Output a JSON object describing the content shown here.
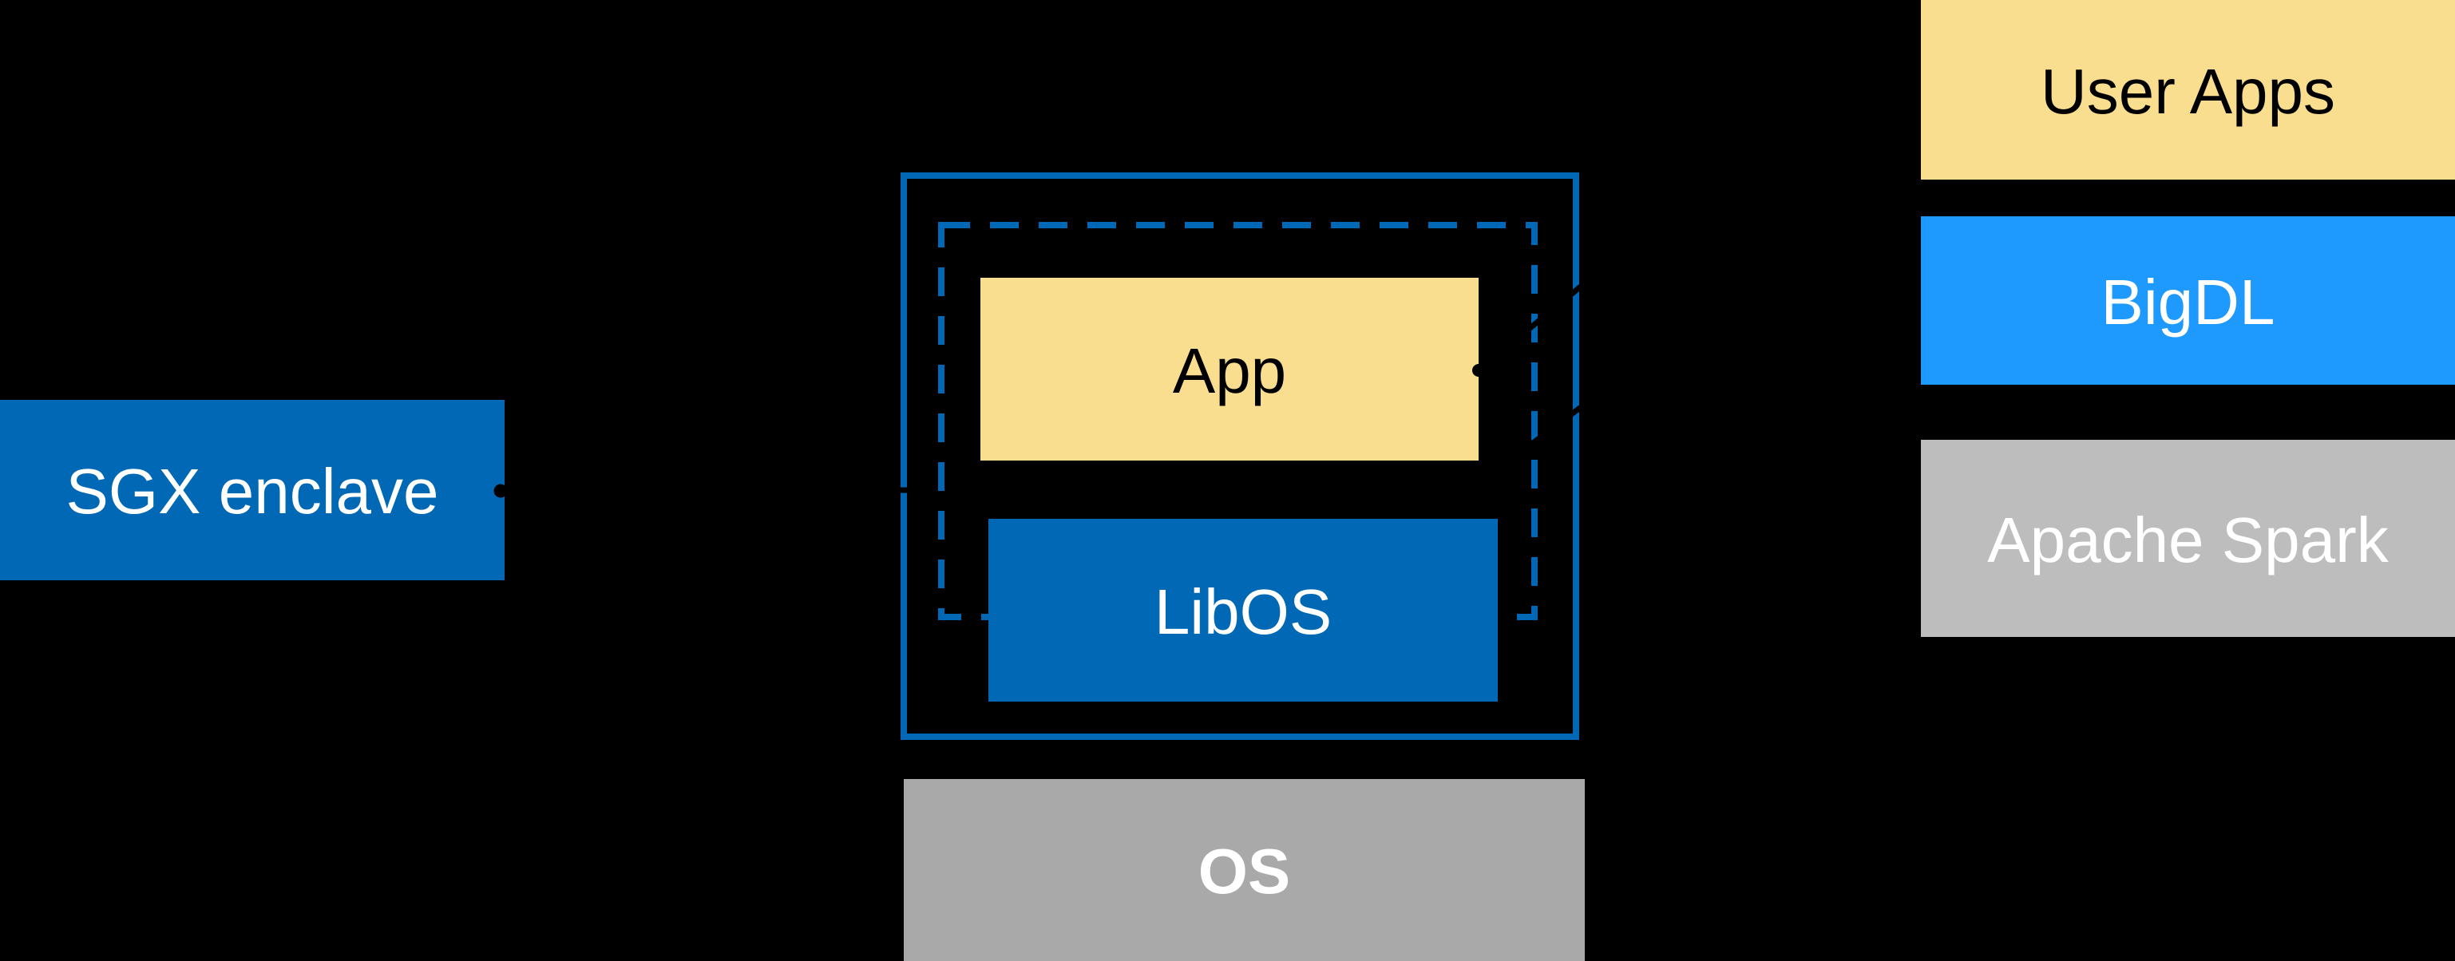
{
  "colors": {
    "background": "#000000",
    "intel_blue": "#0068B5",
    "bigdl_blue": "#1E9AFF",
    "app_yellow": "#F8DE8E",
    "os_gray": "#A9A9A9",
    "spark_gray": "#BDBDBD",
    "callout_black": "#000000",
    "text_on_dark": "#FFFFFF",
    "text_on_light": "#000000"
  },
  "sgx": {
    "label": "SGX enclave"
  },
  "enclave": {
    "app_label": "App",
    "libos_label": "LibOS"
  },
  "os": {
    "label": "OS"
  },
  "stack": {
    "user_apps_label": "User Apps",
    "bigdl_label": "BigDL",
    "spark_label": "Apache Spark"
  }
}
